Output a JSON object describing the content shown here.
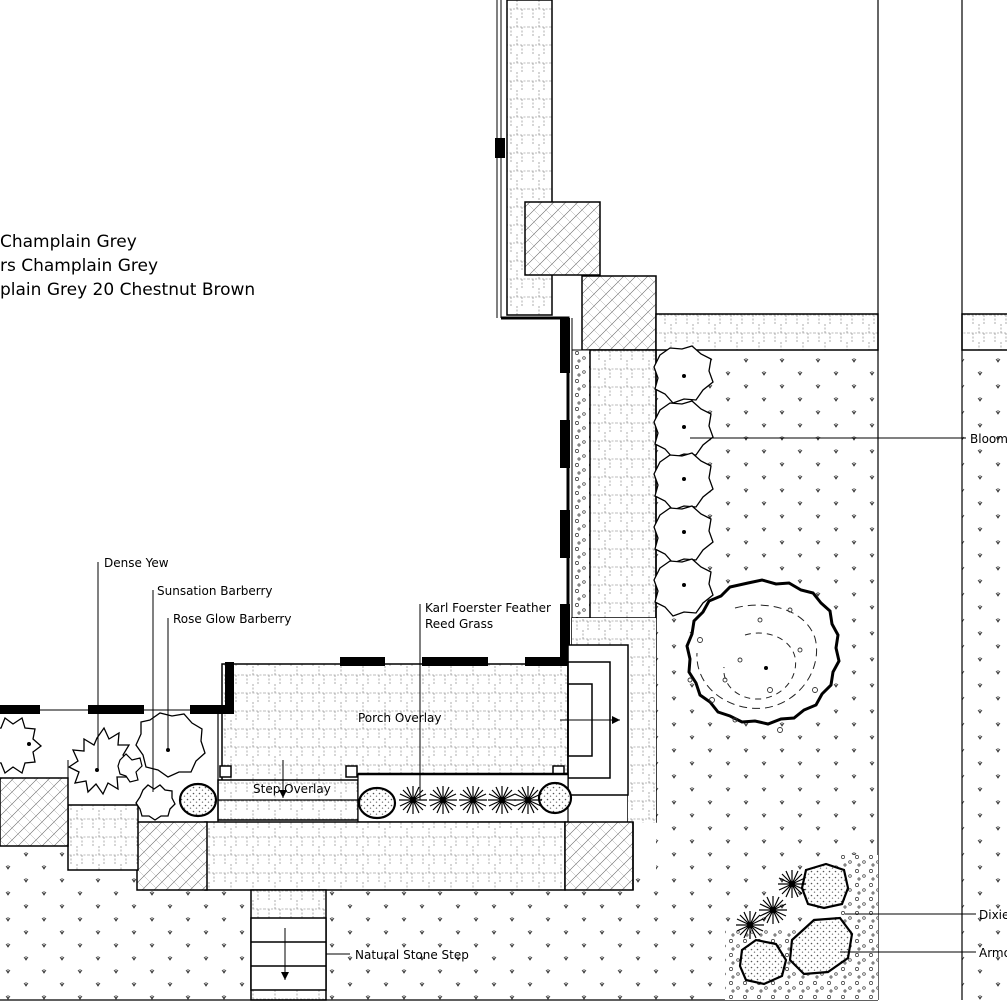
{
  "material_notes": [
    "Champlain Grey",
    "rs Champlain Grey",
    "plain Grey 20 Chestnut Brown"
  ],
  "plant_labels": {
    "dense_yew": "Dense Yew",
    "sunsation_barberry": "Sunsation Barberry",
    "rose_glow_barberry": "Rose Glow Barberry",
    "feather_reed_grass_line1": "Karl Foerster Feather",
    "feather_reed_grass_line2": "Reed Grass",
    "bloom": "Bloom",
    "dixie": "Dixie",
    "armo": "Armo"
  },
  "area_labels": {
    "porch_overlay": "Porch Overlay",
    "step_overlay": "Step Overlay",
    "natural_stone_step": "Natural Stone Step"
  },
  "colors": {
    "linework": "#000000",
    "background": "#ffffff",
    "paver_line": "#555555",
    "lawn_mark": "#333333"
  }
}
